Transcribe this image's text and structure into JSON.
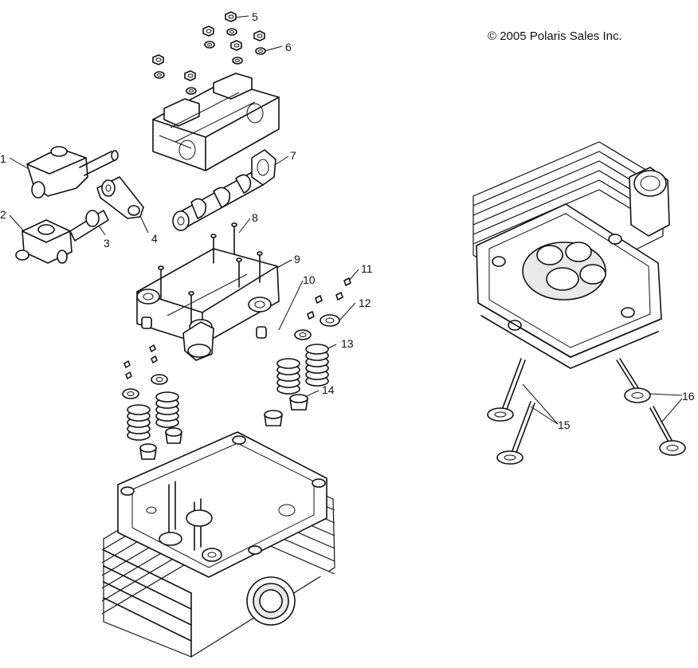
{
  "copyright": "© 2005 Polaris Sales Inc.",
  "callouts": [
    {
      "id": "callout-1",
      "text": "1"
    },
    {
      "id": "callout-2",
      "text": "2"
    },
    {
      "id": "callout-3",
      "text": "3"
    },
    {
      "id": "callout-4",
      "text": "4"
    },
    {
      "id": "callout-5",
      "text": "5"
    },
    {
      "id": "callout-6",
      "text": "6"
    },
    {
      "id": "callout-7",
      "text": "7"
    },
    {
      "id": "callout-8",
      "text": "8"
    },
    {
      "id": "callout-9",
      "text": "9"
    },
    {
      "id": "callout-10",
      "text": "10"
    },
    {
      "id": "callout-11",
      "text": "11"
    },
    {
      "id": "callout-12",
      "text": "12"
    },
    {
      "id": "callout-13",
      "text": "13"
    },
    {
      "id": "callout-14",
      "text": "14"
    },
    {
      "id": "callout-15",
      "text": "15"
    },
    {
      "id": "callout-16",
      "text": "16"
    }
  ]
}
